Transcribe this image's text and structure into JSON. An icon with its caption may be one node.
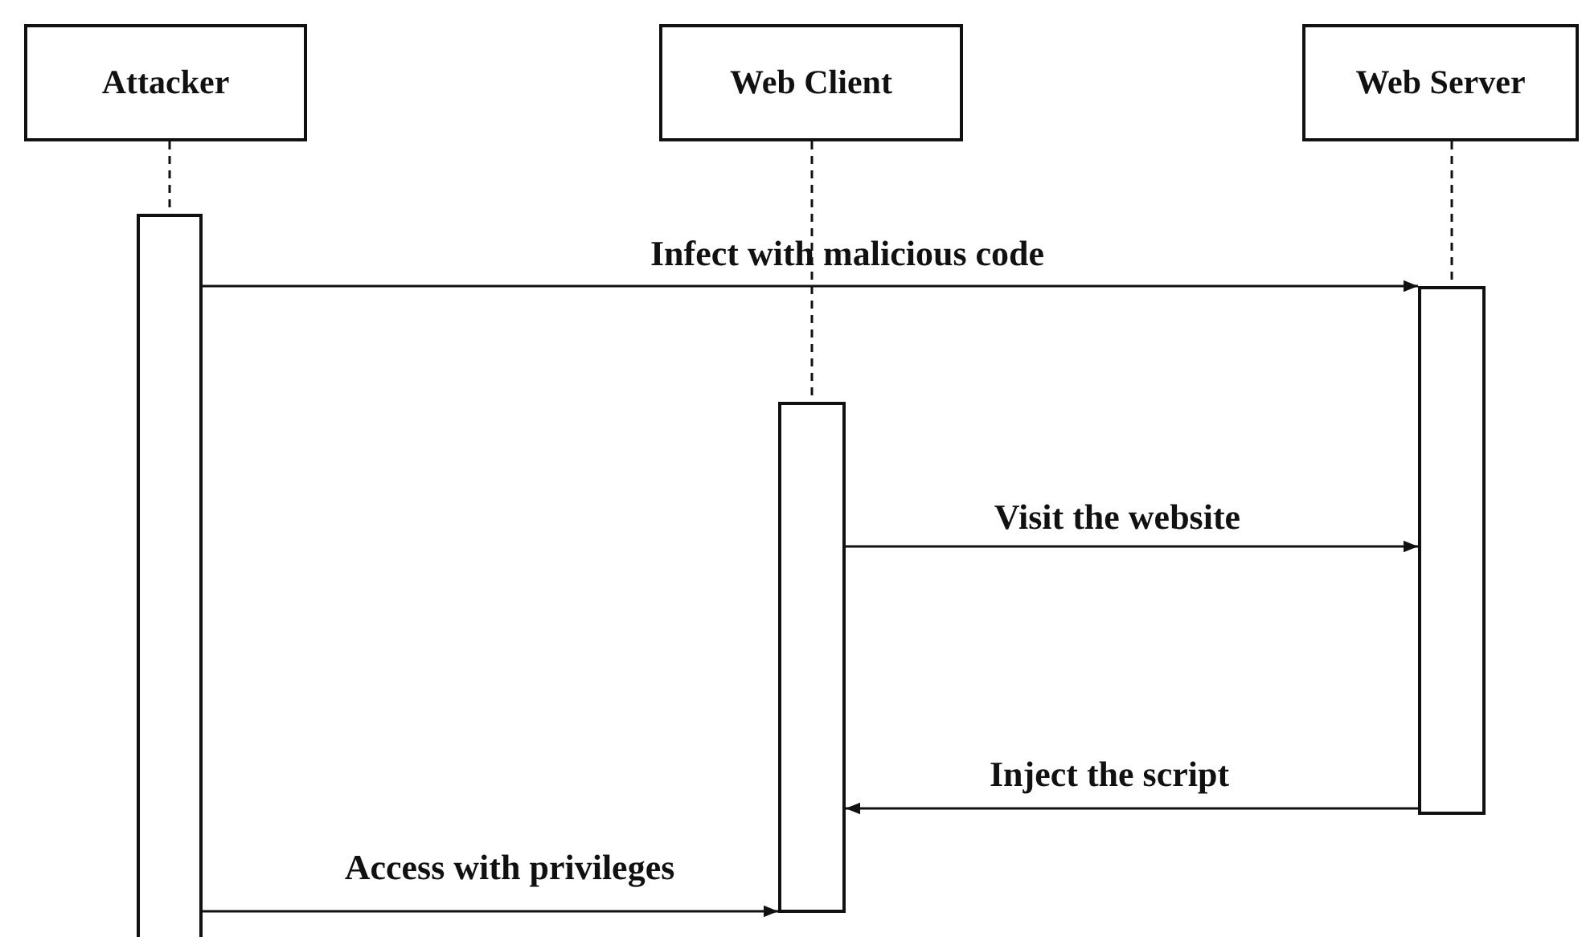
{
  "diagram": {
    "nodes": [
      {
        "text": [
          "Attacker"
        ]
      },
      {
        "text": [
          "Web Client"
        ]
      },
      {
        "text": [
          "Web Server"
        ]
      },
      {
        "text": [],
        "shape": "bar"
      },
      {
        "text": [],
        "shape": "bar"
      },
      {
        "text": [],
        "shape": "bar"
      }
    ],
    "edges": [
      {
        "from": 0,
        "to": 3,
        "arrow": "none",
        "style": "dashed"
      },
      {
        "from": 1,
        "to": 4,
        "arrow": "none",
        "style": "dashed"
      },
      {
        "from": 2,
        "to": 5,
        "arrow": "none",
        "style": "dashed"
      },
      {
        "from": 3,
        "to": 5,
        "arrow": "to",
        "label": "Infect with malicious code"
      },
      {
        "from": 4,
        "to": 5,
        "arrow": "to",
        "label": "Visit the website"
      },
      {
        "from": 5,
        "to": 4,
        "arrow": "to",
        "label": "Inject the script"
      },
      {
        "from": 3,
        "to": 4,
        "arrow": "to",
        "label": "Access with privileges"
      }
    ]
  }
}
